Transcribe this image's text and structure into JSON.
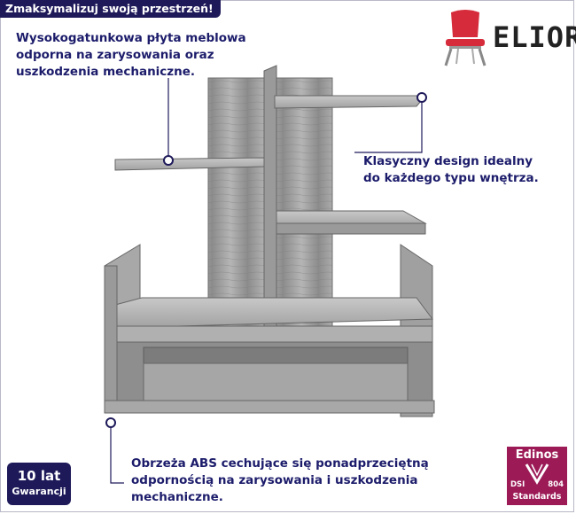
{
  "banner": {
    "text": "Zmaksymalizuj swoją przestrzeń!"
  },
  "brand": {
    "name": "ELIOR"
  },
  "callouts": {
    "top_left": [
      "Wysokogatunkowa płyta meblowa",
      "odporna na zarysowania oraz",
      "uszkodzenia mechaniczne."
    ],
    "right": [
      "Klasyczny design idealny",
      "do każdego typu wnętrza."
    ],
    "bottom": [
      "Obrzeża ABS cechujące się ponadprzeciętną",
      "odpornością na zarysowania i uszkodzenia",
      "mechaniczne."
    ]
  },
  "warranty": {
    "years": "10 lat",
    "label": "Gwarancji"
  },
  "certification": {
    "brand": "Edinos",
    "dsi": "DSI",
    "number": "804",
    "standards": "Standards"
  },
  "colors": {
    "navy": "#1e1a5a",
    "text": "#1c1c6b",
    "magenta": "#9c1b57",
    "chair_red": "#d62b3a"
  },
  "icons": [
    "chair-icon",
    "certification-check-icon"
  ]
}
